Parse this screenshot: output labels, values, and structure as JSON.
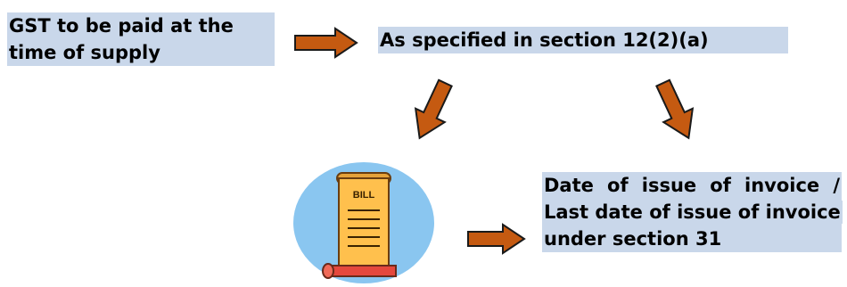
{
  "diagram": {
    "nodes": {
      "gst_time_of_supply": "GST to be paid at the time of supply",
      "specified_section": "As specified in section 12(2)(a)",
      "bill_label": "BILL",
      "date_of_issue": "Date of issue of invoice / Last date of issue of invoice under section 31"
    }
  },
  "colors": {
    "highlight": "#c9d7ea",
    "arrow_fill": "#c55a11",
    "arrow_stroke": "#1a1a1a",
    "bill_circle": "#8ac6f0",
    "bill_paper": "#ffc04d",
    "bill_ribbon": "#e5483d"
  },
  "icons": [
    "bill-scroll-icon"
  ]
}
